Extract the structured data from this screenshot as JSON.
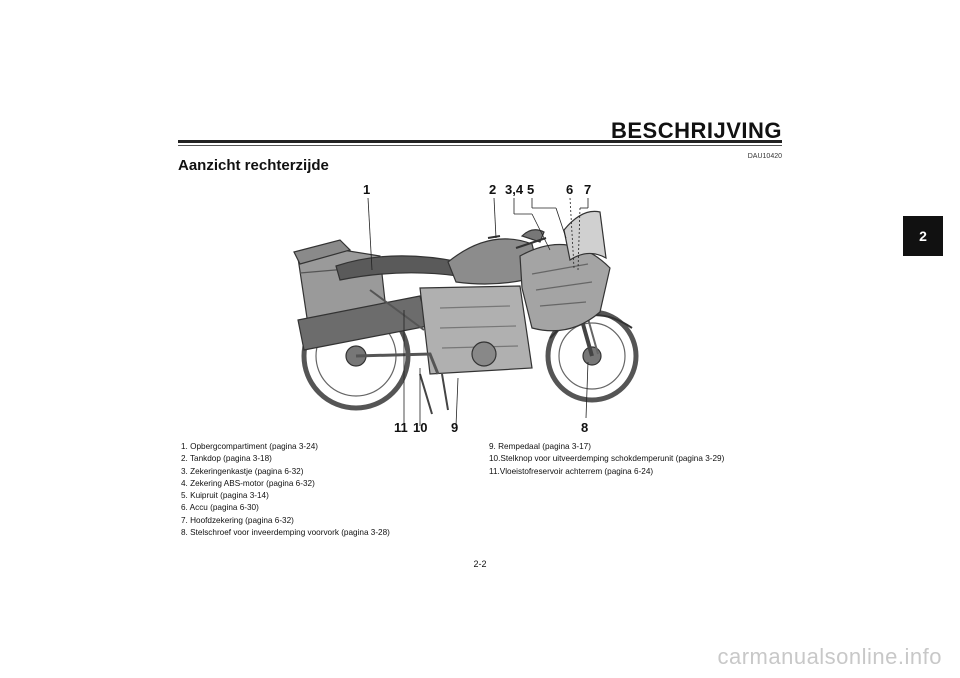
{
  "header": {
    "title": "BESCHRIJVING",
    "code": "DAU10420"
  },
  "section": {
    "title": "Aanzicht rechterzijde"
  },
  "chapter_tab": "2",
  "figure": {
    "callouts": {
      "c1": "1",
      "c2": "2",
      "c34": "3,4",
      "c5": "5",
      "c6": "6",
      "c7": "7",
      "c8": "8",
      "c9": "9",
      "c10": "10",
      "c11": "11"
    }
  },
  "legend": {
    "left": [
      "1. Opbergcompartiment (pagina 3-24)",
      "2. Tankdop (pagina 3-18)",
      "3. Zekeringenkastje (pagina 6-32)",
      "4. Zekering ABS-motor (pagina 6-32)",
      "5. Kuipruit (pagina 3-14)",
      "6. Accu (pagina 6-30)",
      "7. Hoofdzekering (pagina 6-32)",
      "8. Stelschroef voor inveerdemping voorvork (pagina 3-28)"
    ],
    "right": [
      "9. Rempedaal (pagina 3-17)",
      "10.Stelknop voor uitveerdemping schokdemperunit (pagina 3-29)",
      "11.Vloeistofreservoir achterrem (pagina 6-24)"
    ]
  },
  "page_number": "2-2",
  "watermark": "carmanualsonline.info"
}
